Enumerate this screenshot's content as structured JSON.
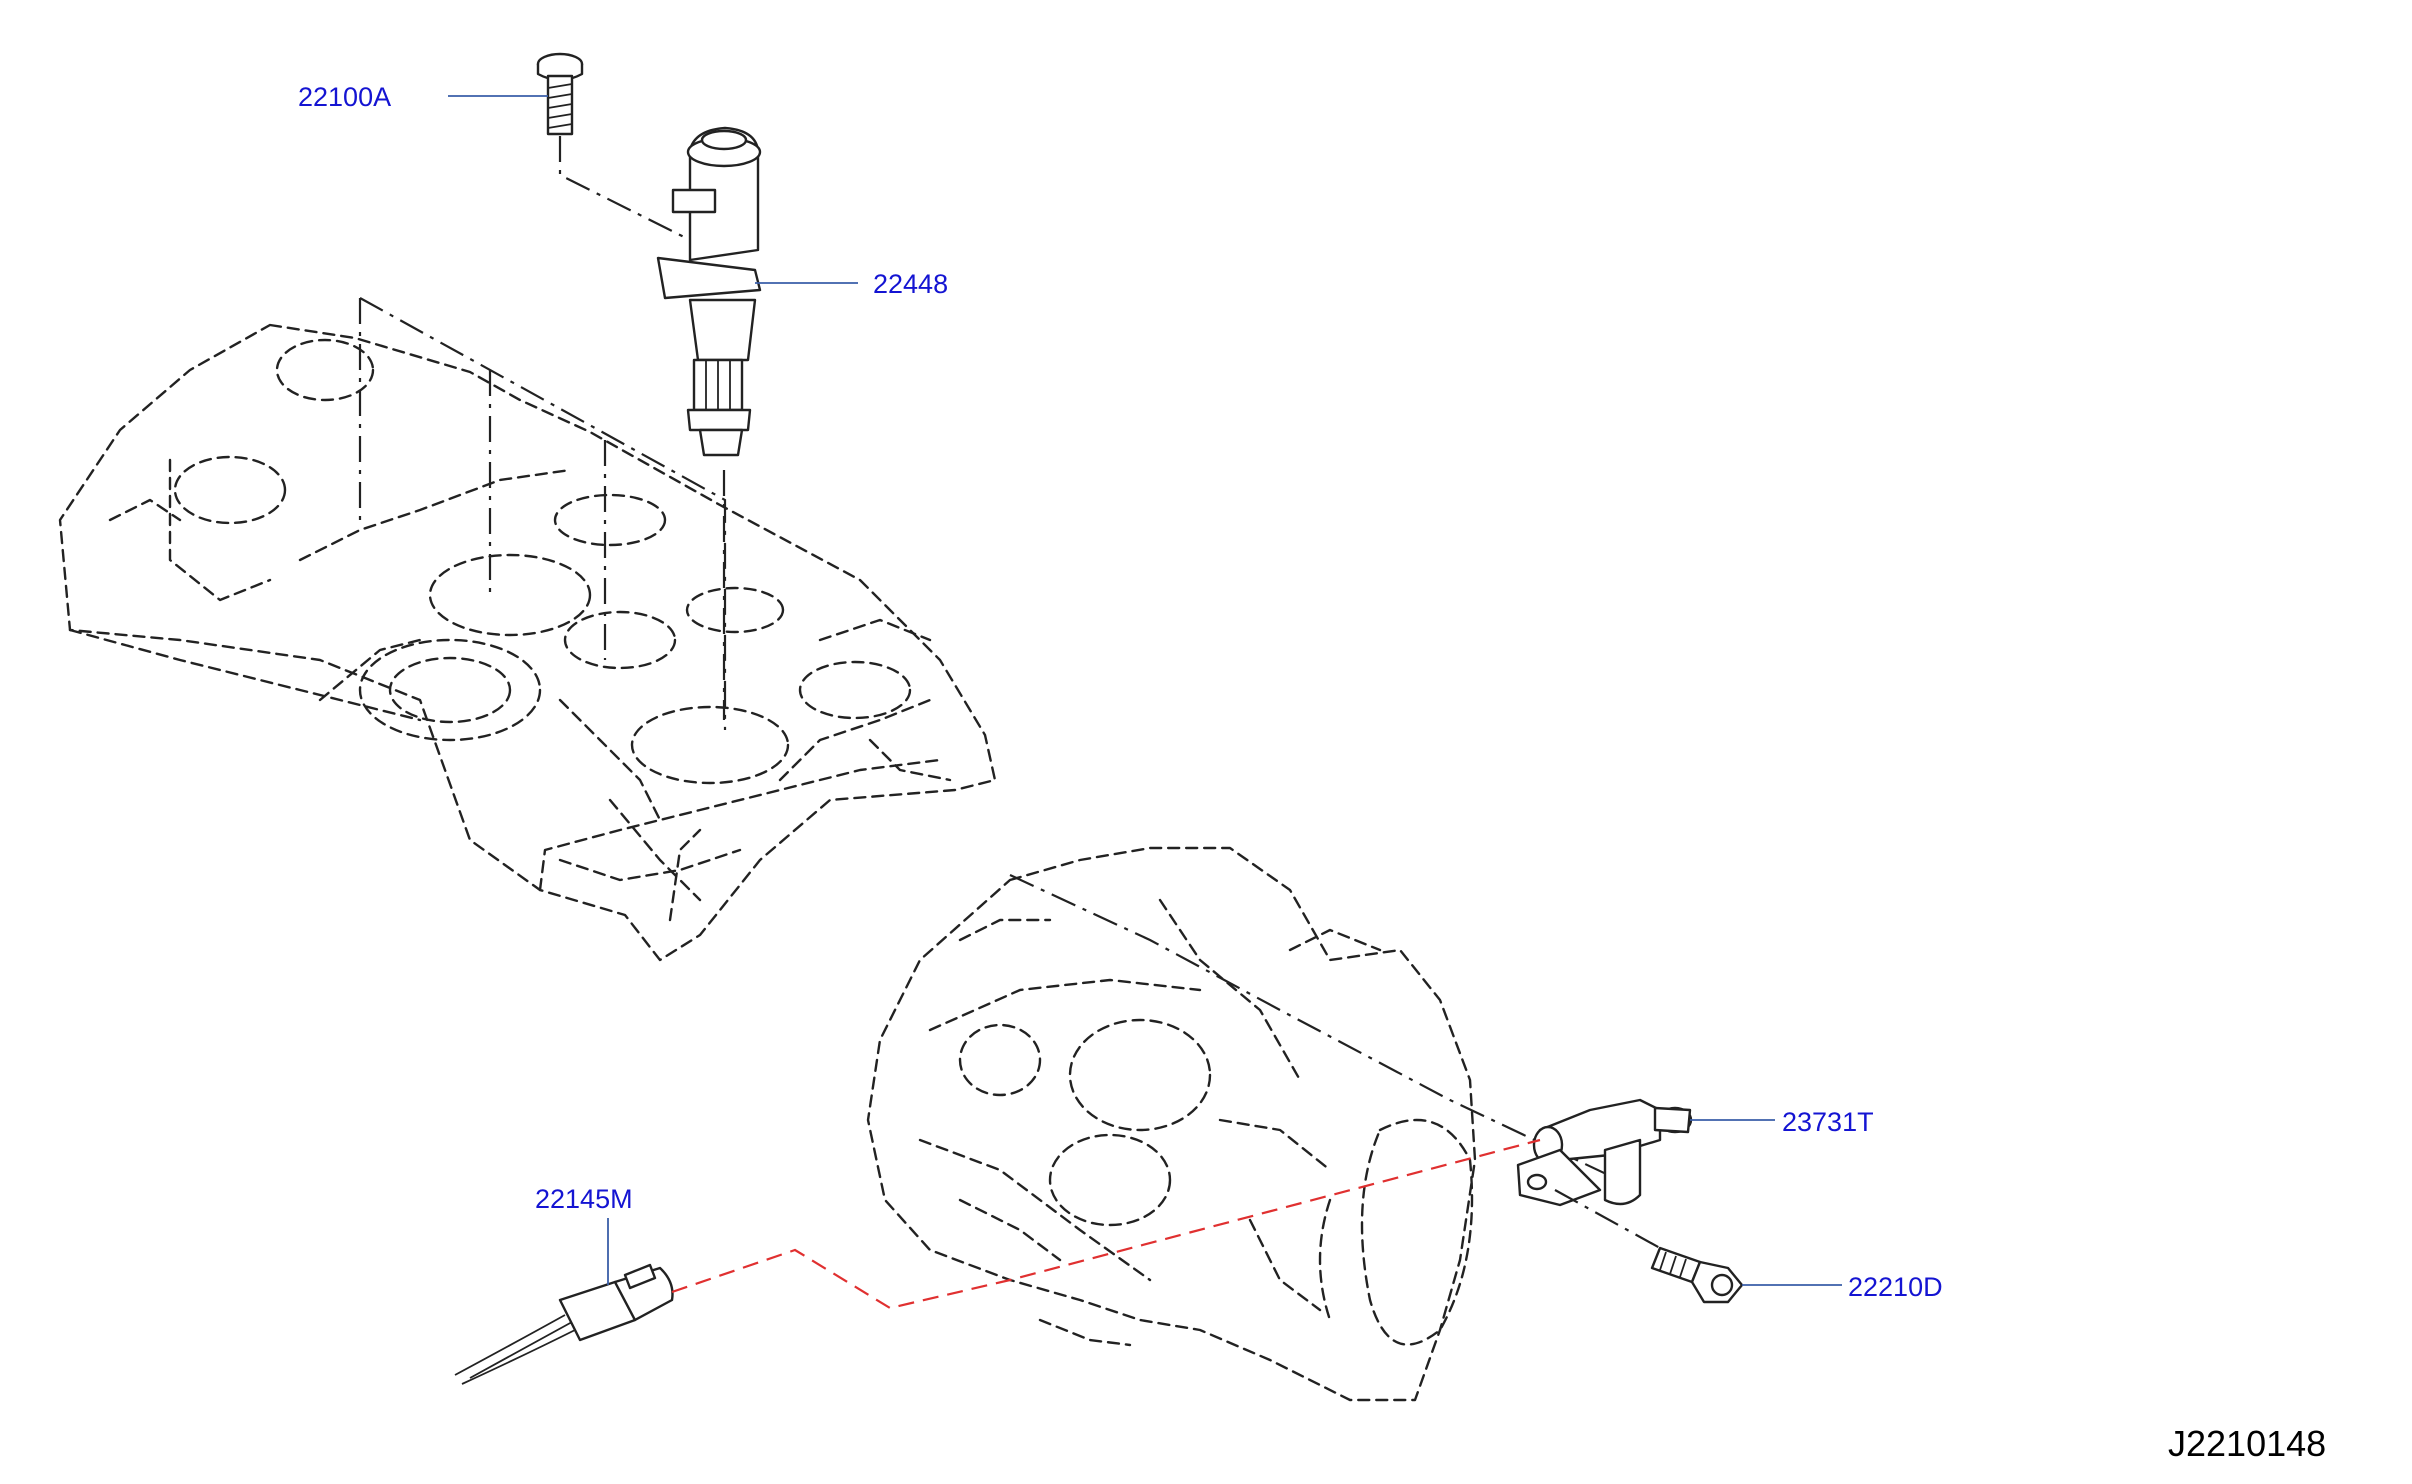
{
  "callouts": {
    "bolt_top": "22100A",
    "ignition_coil": "22448",
    "camshaft_sensor": "23731T",
    "sensor_bolt": "22210D",
    "connector": "22145M"
  },
  "document_id": "J2210148",
  "colors": {
    "callout_text": "#1414d2",
    "leader_line": "#3a5ea8",
    "harness_path": "#e03030",
    "line_art": "#222222"
  }
}
